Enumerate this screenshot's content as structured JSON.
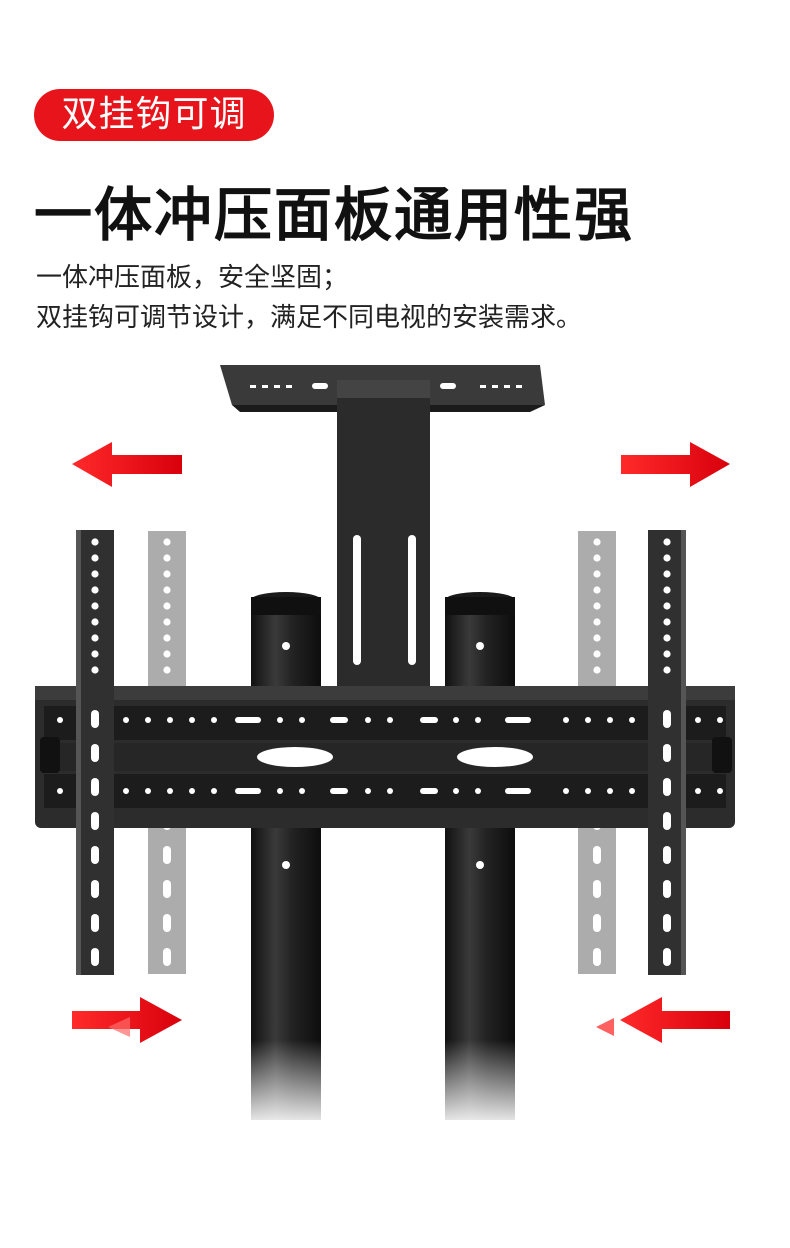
{
  "badge": {
    "text": "双挂钩可调",
    "color": "#e8141b"
  },
  "headline": "一体冲压面板通用性强",
  "description": {
    "line1": "一体冲压面板，安全坚固；",
    "line2": "双挂钩可调节设计，满足不同电视的安装需求。"
  },
  "colors": {
    "accent": "#e8141b",
    "metal": "#2a2a2a",
    "text": "#111111"
  },
  "icons": [
    "arrow-left-icon",
    "arrow-right-icon"
  ]
}
